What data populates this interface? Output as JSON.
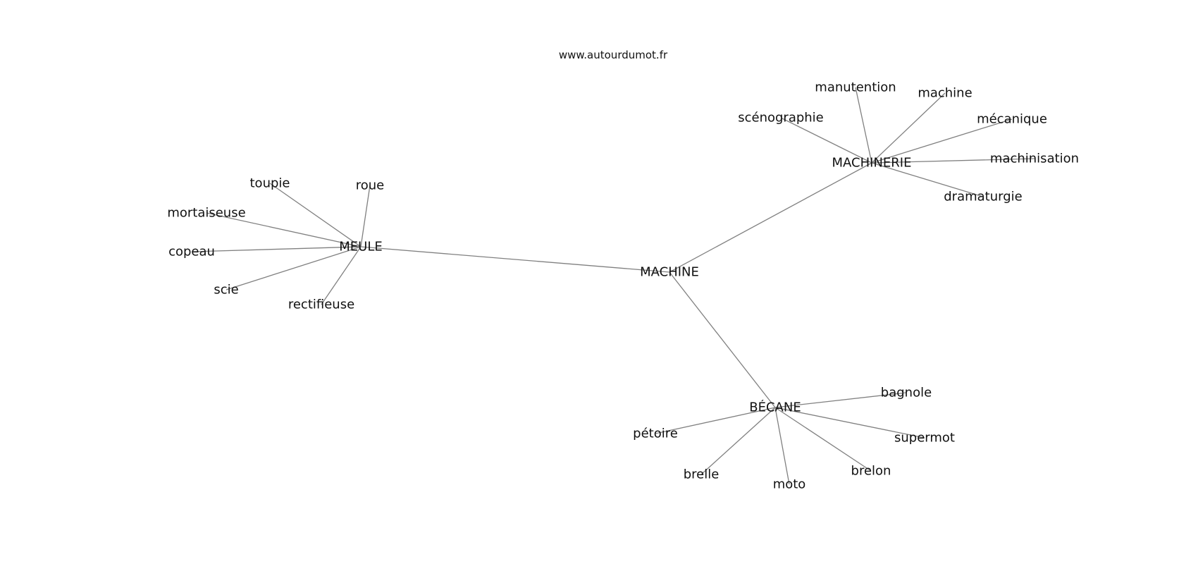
{
  "site": "www.autourdumot.fr",
  "nodes": [
    {
      "id": "machine_center",
      "label": "MACHINE"
    },
    {
      "id": "meule",
      "label": "MEULE"
    },
    {
      "id": "machinerie",
      "label": "MACHINERIE"
    },
    {
      "id": "becane",
      "label": "BÉCANE"
    },
    {
      "id": "toupie",
      "label": "toupie"
    },
    {
      "id": "roue",
      "label": "roue"
    },
    {
      "id": "mortaiseuse",
      "label": "mortaiseuse"
    },
    {
      "id": "copeau",
      "label": "copeau"
    },
    {
      "id": "scie",
      "label": "scie"
    },
    {
      "id": "rectifieuse",
      "label": "rectifieuse"
    },
    {
      "id": "manutention",
      "label": "manutention"
    },
    {
      "id": "machine_leaf",
      "label": "machine"
    },
    {
      "id": "scenographie",
      "label": "scénographie"
    },
    {
      "id": "mecanique",
      "label": "mécanique"
    },
    {
      "id": "machinisation",
      "label": "machinisation"
    },
    {
      "id": "dramaturgie",
      "label": "dramaturgie"
    },
    {
      "id": "bagnole",
      "label": "bagnole"
    },
    {
      "id": "petoire",
      "label": "pétoire"
    },
    {
      "id": "supermot",
      "label": "supermot"
    },
    {
      "id": "brelle",
      "label": "brelle"
    },
    {
      "id": "moto",
      "label": "moto"
    },
    {
      "id": "brelon",
      "label": "brelon"
    }
  ],
  "edges": [
    [
      "machine_center",
      "meule"
    ],
    [
      "machine_center",
      "machinerie"
    ],
    [
      "machine_center",
      "becane"
    ],
    [
      "meule",
      "toupie"
    ],
    [
      "meule",
      "roue"
    ],
    [
      "meule",
      "mortaiseuse"
    ],
    [
      "meule",
      "copeau"
    ],
    [
      "meule",
      "scie"
    ],
    [
      "meule",
      "rectifieuse"
    ],
    [
      "machinerie",
      "manutention"
    ],
    [
      "machinerie",
      "machine_leaf"
    ],
    [
      "machinerie",
      "scenographie"
    ],
    [
      "machinerie",
      "mecanique"
    ],
    [
      "machinerie",
      "machinisation"
    ],
    [
      "machinerie",
      "dramaturgie"
    ],
    [
      "becane",
      "bagnole"
    ],
    [
      "becane",
      "petoire"
    ],
    [
      "becane",
      "supermot"
    ],
    [
      "becane",
      "brelle"
    ],
    [
      "becane",
      "moto"
    ],
    [
      "becane",
      "brelon"
    ]
  ]
}
